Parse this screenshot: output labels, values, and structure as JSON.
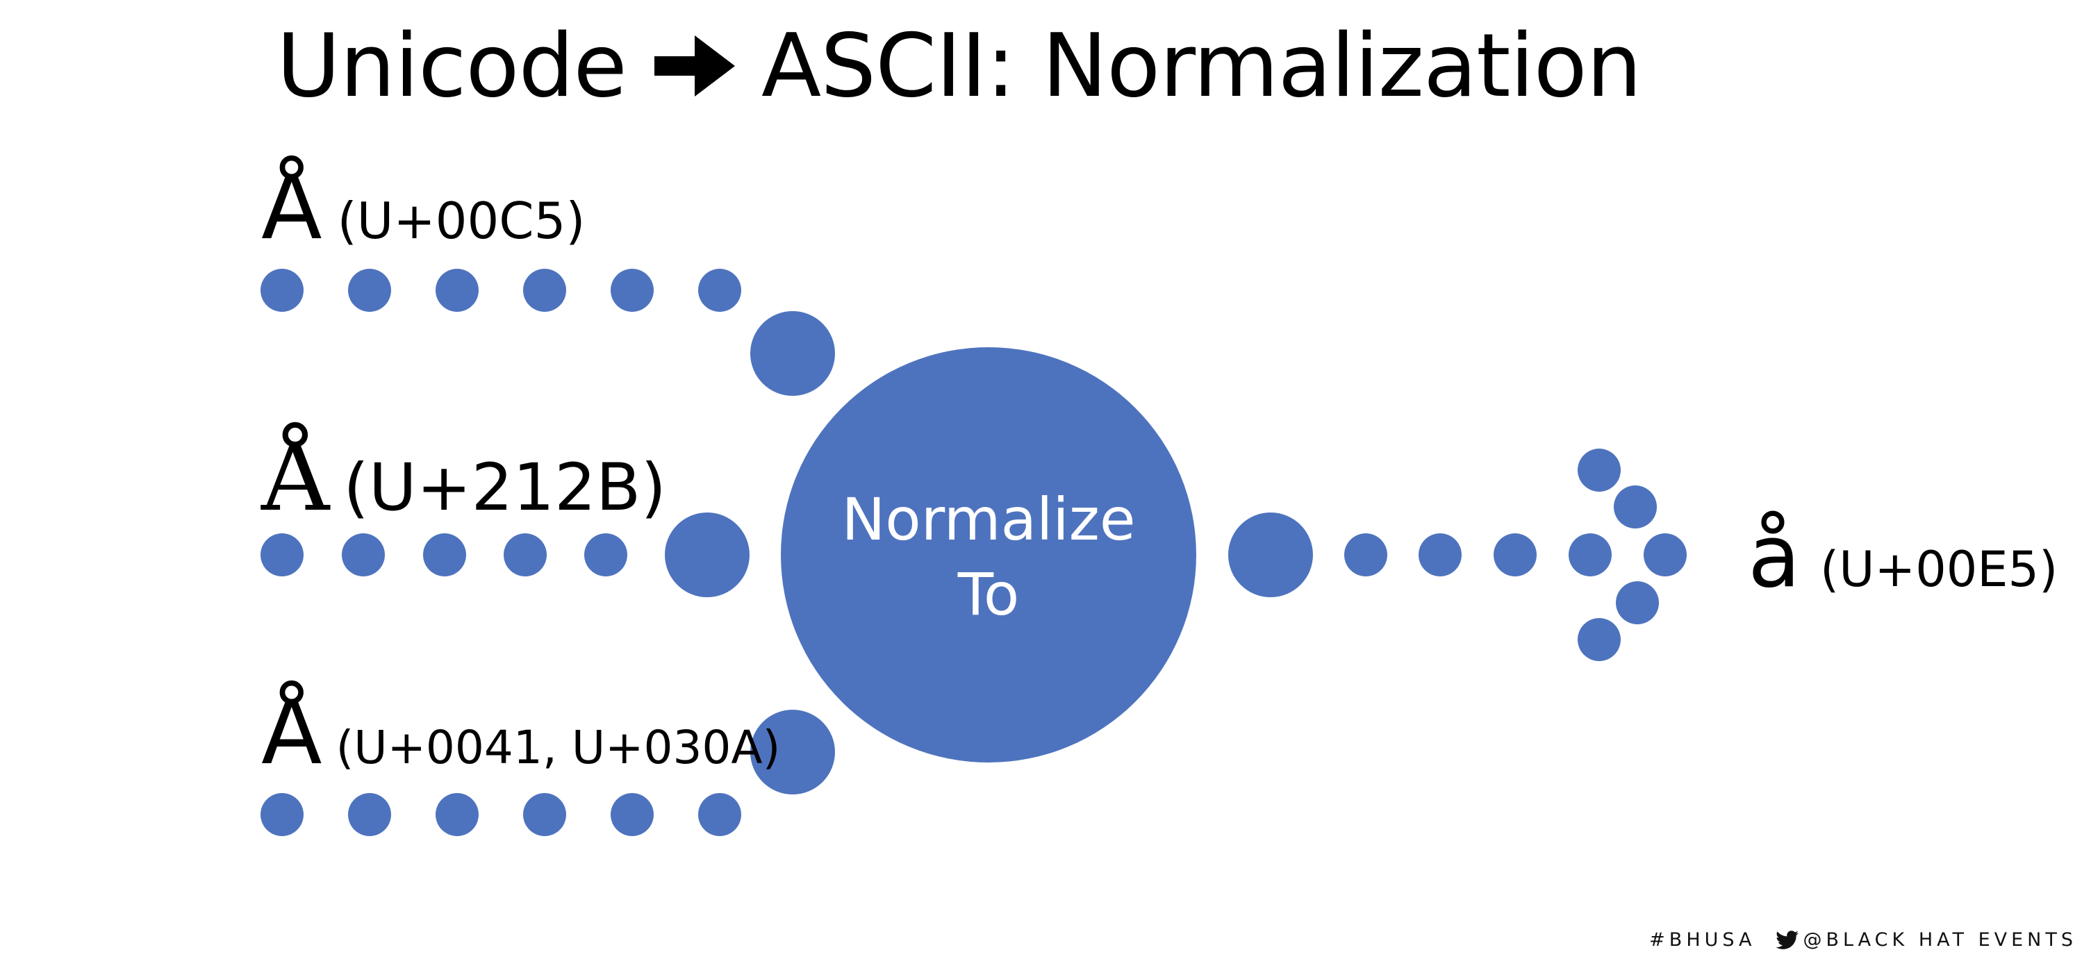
{
  "slide": {
    "title_left": "Unicode",
    "title_right": "ASCII: Normalization",
    "title_arrow_icon": "bold-right-arrow-icon"
  },
  "inputs": [
    {
      "glyph": "Å",
      "code": "(U+00C5)"
    },
    {
      "glyph": "Å",
      "code": "(U+212B)"
    },
    {
      "glyph": "Å",
      "code": "(U+0041, U+030A)"
    }
  ],
  "center": {
    "line1": "Normalize",
    "line2": "To"
  },
  "output": {
    "glyph": "å",
    "code": "(U+00E5)"
  },
  "footer": {
    "hashtag": "#BHUSA",
    "twitter_icon": "twitter-bird-icon",
    "handle": "@BLACK HAT EVENTS"
  },
  "colors": {
    "dot": "#4E73BE",
    "text": "#000000",
    "center_text": "#FFFFFF"
  }
}
